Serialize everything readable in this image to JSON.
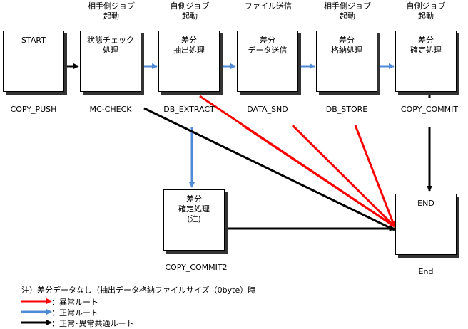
{
  "nodes": [
    {
      "id": "start",
      "label": "START",
      "above": "",
      "below": "COPY_PUSH"
    },
    {
      "id": "mc_check",
      "label": "状態チェック\n処理",
      "above": "相手側ジョブ\n起動",
      "below": "MC-CHECK"
    },
    {
      "id": "db_extract",
      "label": "差分\n抽出処理",
      "above": "自側ジョブ\n起動",
      "below": "DB_EXTRACT"
    },
    {
      "id": "data_snd",
      "label": "差分\nデータ送信",
      "above": "ファイル送信",
      "below": "DATA_SND"
    },
    {
      "id": "db_store",
      "label": "差分\n格納処理",
      "above": "相手側ジョブ\n起動",
      "below": "DB_STORE"
    },
    {
      "id": "copy_commit",
      "label": "差分\n確定処理",
      "above": "自側ジョブ\n起動",
      "below": "COPY_COMMIT"
    },
    {
      "id": "copy_commit2",
      "label": "差分\n確定処理\n(注)",
      "above": "",
      "below": "COPY_COMMIT2"
    },
    {
      "id": "end",
      "label": "END",
      "above": "",
      "below": "End"
    }
  ],
  "note": "注）差分データなし（抽出データ格納ファイルサイズ（0byte）時",
  "legend": [
    {
      "label": "：異常ルート",
      "color": "#ff0000"
    },
    {
      "label": "：正常ルート",
      "color": "#4f8ad6"
    },
    {
      "label": "：正常･異常共通ルート",
      "color": "#000000"
    }
  ],
  "colors": {
    "error": "#ff0000",
    "normal": "#4f8ad6",
    "common": "#000000"
  }
}
